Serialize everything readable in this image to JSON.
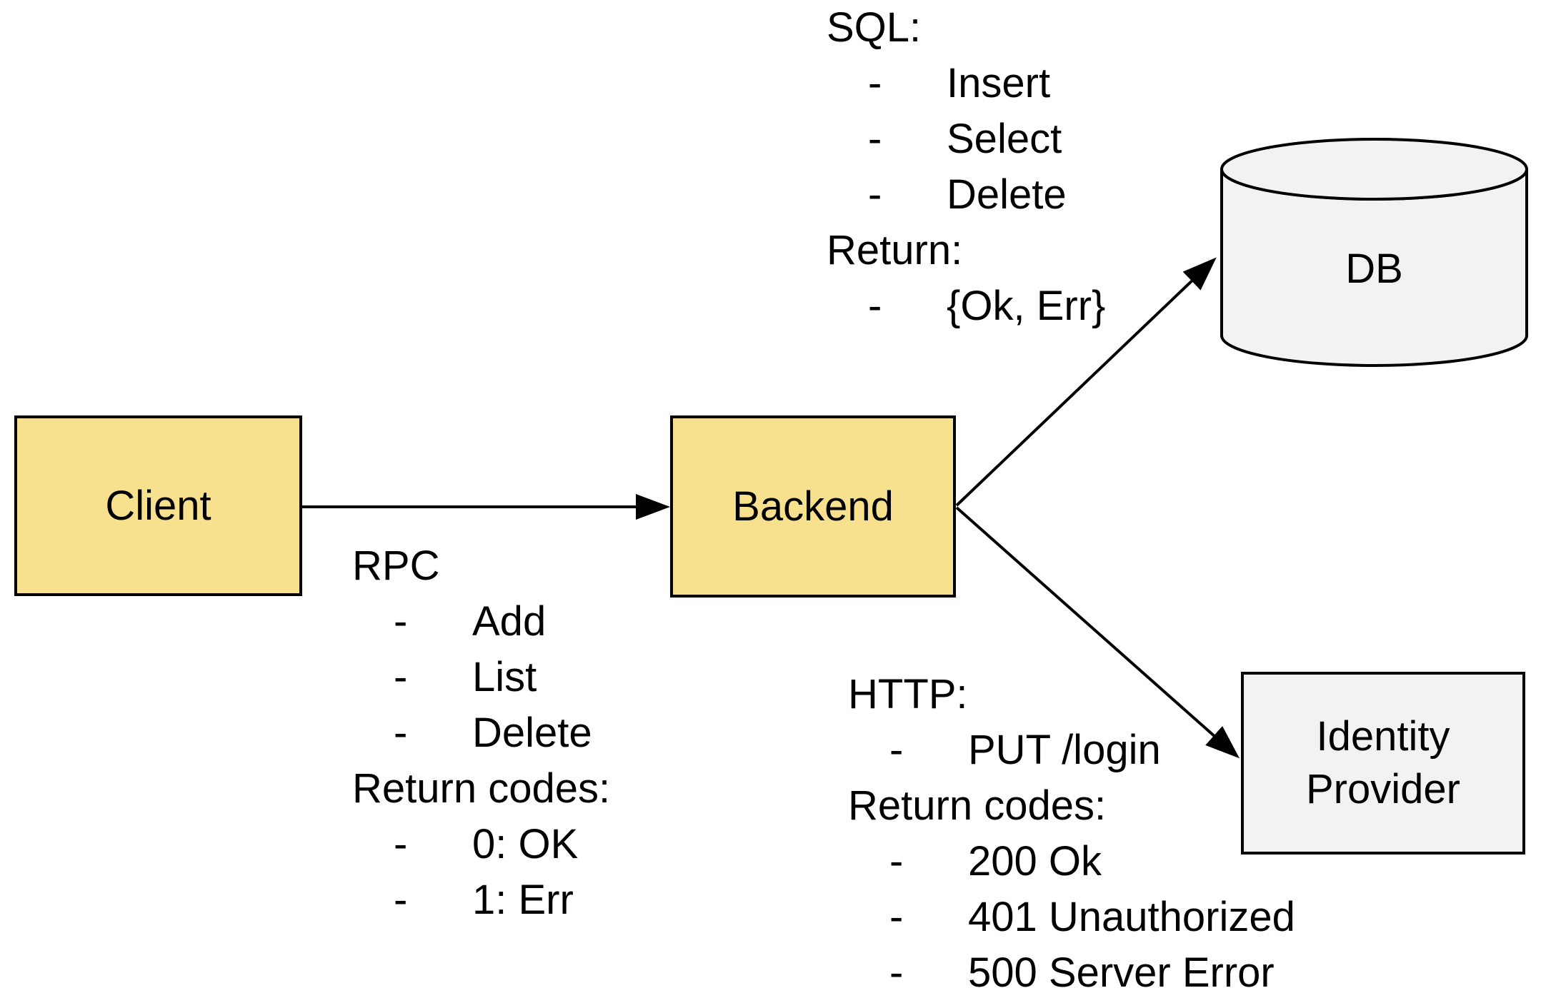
{
  "diagram": {
    "bullet_char": "-",
    "nodes": {
      "client": {
        "label": "Client"
      },
      "backend": {
        "label": "Backend"
      },
      "db": {
        "label": "DB"
      },
      "idp": {
        "label_line1": "Identity",
        "label_line2": "Provider"
      }
    },
    "annotations": {
      "rpc": {
        "title": "RPC",
        "items": [
          "Add",
          "List",
          "Delete"
        ],
        "return_title": "Return codes:",
        "return_items": [
          "0: OK",
          "1: Err"
        ]
      },
      "sql": {
        "title": "SQL:",
        "items": [
          "Insert",
          "Select",
          "Delete"
        ],
        "return_title": "Return:",
        "return_items": [
          "{Ok, Err}"
        ]
      },
      "http": {
        "title": "HTTP:",
        "items": [
          "PUT /login"
        ],
        "return_title": "Return codes:",
        "return_items": [
          "200 Ok",
          "401 Unauthorized",
          "500 Server Error"
        ]
      }
    },
    "colors": {
      "process_fill": "#F7E18E",
      "storage_fill": "#F2F2F2",
      "stroke": "#000000",
      "background": "#FFFFFF"
    }
  }
}
